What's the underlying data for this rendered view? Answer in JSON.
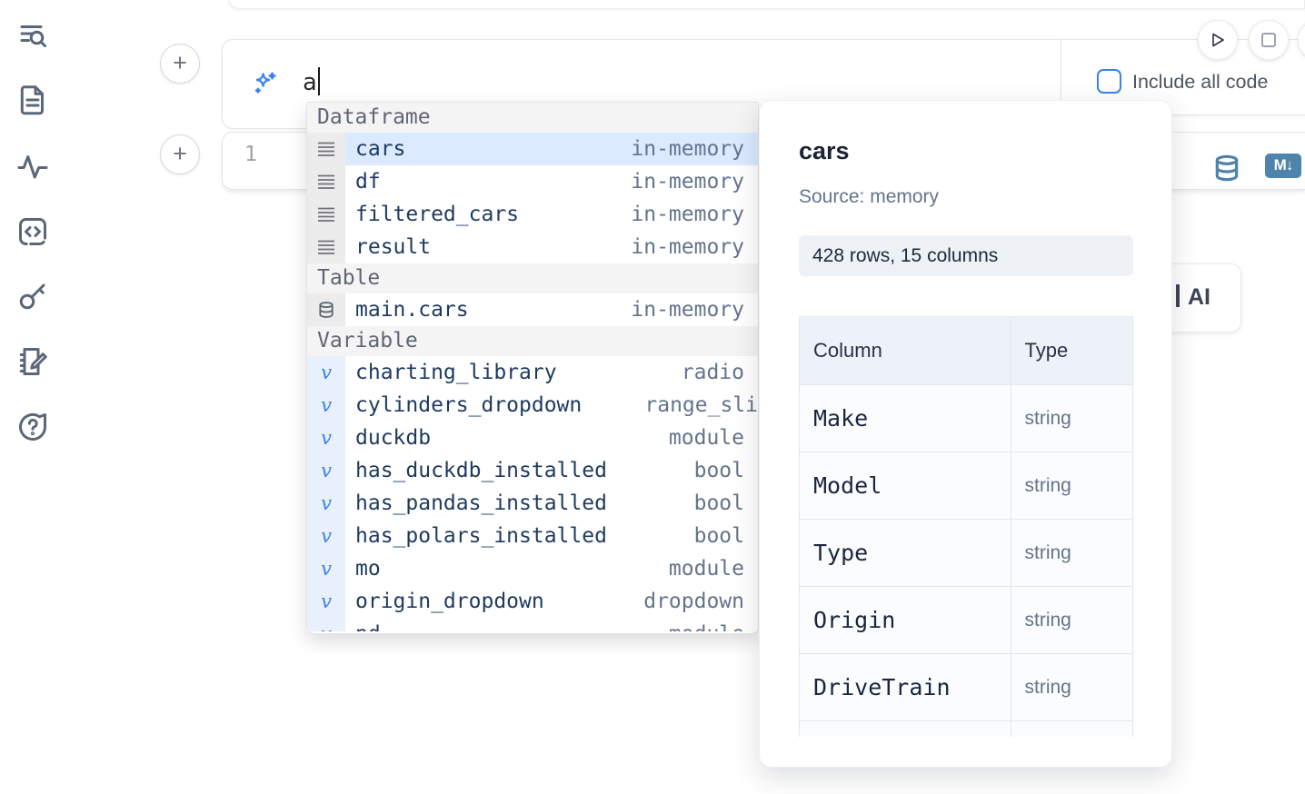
{
  "colors": {
    "accent_blue": "#3b82f6",
    "steel_blue": "#4e83ab",
    "selection_bg": "#dbeafe",
    "muted_text": "#64748b",
    "dark_text": "#1a2234"
  },
  "sidebar": {
    "icons": [
      "list-search-icon",
      "document-icon",
      "activity-icon",
      "code-block-icon",
      "key-icon",
      "notebook-edit-icon",
      "help-chat-icon"
    ]
  },
  "run_controls": {
    "buttons": [
      "run-button",
      "stop-button",
      "partial-button"
    ]
  },
  "toolbar": {
    "include_all_code_label": "Include all code",
    "checkbox_checked": false
  },
  "ai_input": {
    "icon": "sparkles-icon",
    "value": "a"
  },
  "code_cell": {
    "line_number": "1",
    "actions": [
      "database-icon",
      "markdown-icon"
    ],
    "markdown_badge": "M↓"
  },
  "background_card": {
    "visible_label": "AI"
  },
  "autocomplete": {
    "sections": [
      {
        "label": "Dataframe",
        "icon": "rows-icon",
        "gutter_tint": "gray",
        "items": [
          {
            "name": "cars",
            "type": "in-memory",
            "selected": true
          },
          {
            "name": "df",
            "type": "in-memory"
          },
          {
            "name": "filtered_cars",
            "type": "in-memory"
          },
          {
            "name": "result",
            "type": "in-memory"
          }
        ]
      },
      {
        "label": "Table",
        "icon": "database-icon",
        "gutter_tint": "gray",
        "items": [
          {
            "name": "main.cars",
            "type": "in-memory"
          }
        ]
      },
      {
        "label": "Variable",
        "icon": "variable-icon",
        "gutter_tint": "blue",
        "items": [
          {
            "name": "charting_library",
            "type": "radio"
          },
          {
            "name": "cylinders_dropdown",
            "type": "range_sli",
            "flush_right": true
          },
          {
            "name": "duckdb",
            "type": "module"
          },
          {
            "name": "has_duckdb_installed",
            "type": "bool"
          },
          {
            "name": "has_pandas_installed",
            "type": "bool"
          },
          {
            "name": "has_polars_installed",
            "type": "bool"
          },
          {
            "name": "mo",
            "type": "module"
          },
          {
            "name": "origin_dropdown",
            "type": "dropdown"
          },
          {
            "name": "pd",
            "type": "module",
            "clipped": true
          }
        ]
      }
    ]
  },
  "popover": {
    "title": "cars",
    "source": "Source: memory",
    "shape_badge": "428 rows, 15 columns",
    "table": {
      "headers": [
        "Column",
        "Type"
      ],
      "rows": [
        [
          "Make",
          "string"
        ],
        [
          "Model",
          "string"
        ],
        [
          "Type",
          "string"
        ],
        [
          "Origin",
          "string"
        ],
        [
          "DriveTrain",
          "string"
        ],
        [
          "",
          ""
        ]
      ]
    }
  }
}
